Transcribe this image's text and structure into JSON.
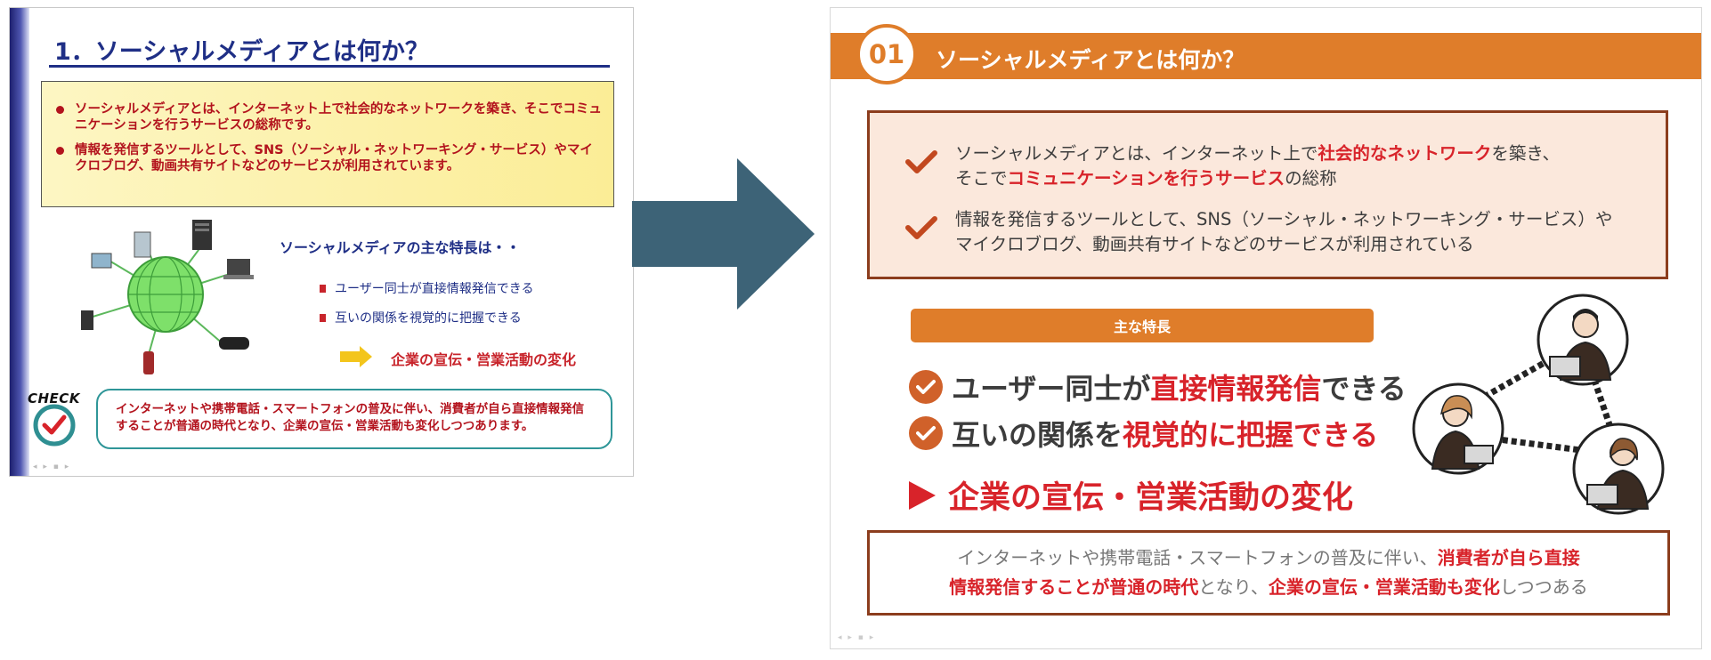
{
  "before": {
    "title": "1．ソーシャルメディアとは何か？",
    "bullets": [
      "ソーシャルメディアとは、インターネット上で社会的なネットワークを築き、そこでコミュニケーションを行うサービスの総称です。",
      "情報を発信するツールとして、SNS（ソーシャル・ネットワーキング・サービス）やマイクロブログ、動画共有サイトなどのサービスが利用されています。"
    ],
    "features_title": "ソーシャルメディアの主な特長は・・",
    "features": [
      "ユーザー同士が直接情報発信できる",
      "互いの関係を視覚的に把握できる"
    ],
    "result": "企業の宣伝・営業活動の変化",
    "check_label": "CHECK",
    "note": "インターネットや携帯電話・スマートフォンの普及に伴い、消費者が自ら直接情報発信することが普通の時代となり、企業の宣伝・営業活動も変化しつつあります。"
  },
  "after": {
    "number": "01",
    "title": "ソーシャルメディアとは何か？",
    "bullet1": {
      "a": "ソーシャルメディアとは、インターネット上で",
      "b": "社会的なネットワーク",
      "c": "を築き、",
      "d": "そこで",
      "e": "コミュニケーションを行うサービス",
      "f": "の総称"
    },
    "bullet2": {
      "a": "情報を発信するツールとして、SNS（ソーシャル・ネットワーキング・サービス）や",
      "b": "マイクロブログ、動画共有サイトなどのサービスが利用されている"
    },
    "features_label": "主な特長",
    "feature1": {
      "a": "ユーザー同士が",
      "b": "直接情報発信",
      "c": "できる"
    },
    "feature2": {
      "a": "互いの関係を",
      "b": "視覚的に把握できる"
    },
    "result": "企業の宣伝・営業活動の変化",
    "note": {
      "a": "インターネットや携帯電話・スマートフォンの普及に伴い、",
      "b": "消費者が自ら直接",
      "c": "情報発信することが普通の時代",
      "d": "となり、",
      "e": "企業の宣伝・営業活動も変化",
      "f": "しつつある"
    }
  },
  "colors": {
    "before_title": "#1f2f86",
    "before_red": "#b3131d",
    "arrow": "#3d6377",
    "after_orange": "#df7d2a",
    "after_red": "#d8232a",
    "after_border": "#8c3d1d",
    "after_box_bg": "#fbe8dc"
  },
  "icons": [
    "network-globe-icon",
    "check-mark-icon",
    "check-badge-icon",
    "right-arrow-icon",
    "people-network-icon"
  ]
}
